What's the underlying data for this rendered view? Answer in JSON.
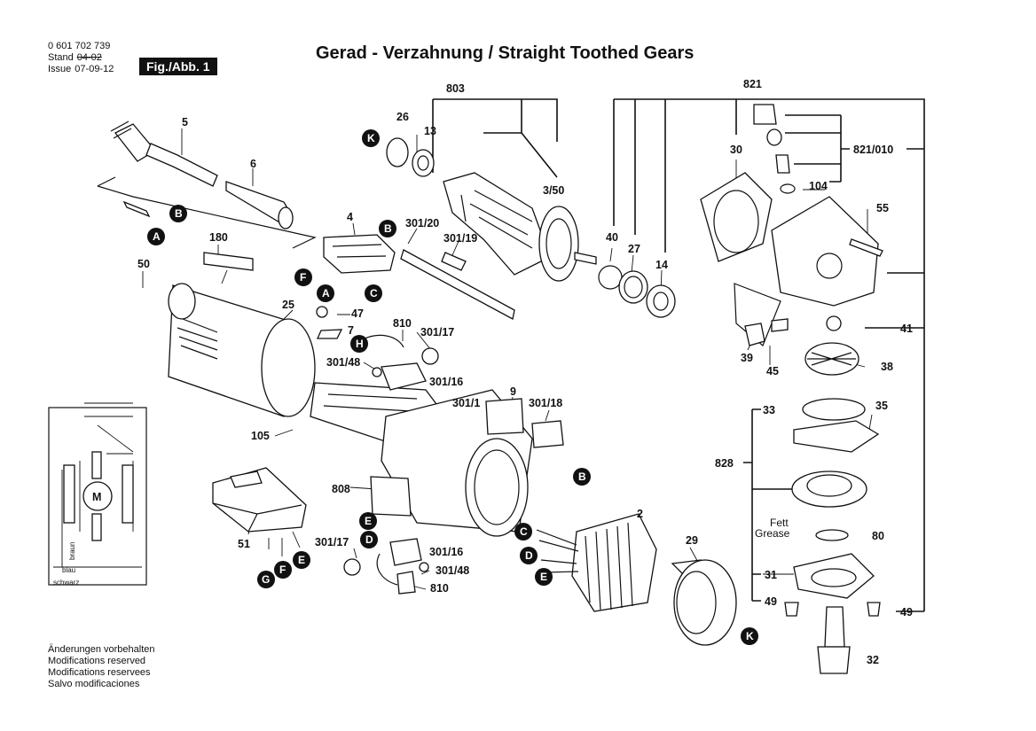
{
  "header": {
    "part_number": "0 601 702 739",
    "stand_label": "Stand",
    "stand_old": "04-02",
    "issue_label": "Issue",
    "issue_date": "07-09-12",
    "fig_label": "Fig./Abb. 1",
    "title": "Gerad - Verzahnung / Straight Toothed Gears"
  },
  "footer_notes": [
    "Änderungen vorbehalten",
    "Modifications reserved",
    "Modifications reservees",
    "Salvo modificaciones"
  ],
  "part_labels": {
    "p803": "803",
    "p821": "821",
    "p821_010": "821/010",
    "p104": "104",
    "p26": "26",
    "p13": "13",
    "p5": "5",
    "p6": "6",
    "p3_50": "3/50",
    "p30": "30",
    "p55": "55",
    "p4": "4",
    "p301_20": "301/20",
    "p301_19": "301/19",
    "p180": "180",
    "p50": "50",
    "p40": "40",
    "p27": "27",
    "p14": "14",
    "p25": "25",
    "p47": "47",
    "p7": "7",
    "p810a": "810",
    "p301_17a": "301/17",
    "p301_48a": "301/48",
    "p301_16a": "301/16",
    "p9": "9",
    "p301_1": "301/1",
    "p301_18": "301/18",
    "p105": "105",
    "p41": "41",
    "p39": "39",
    "p45": "45",
    "p38": "38",
    "p33": "33",
    "p35": "35",
    "p828": "828",
    "p808": "808",
    "p2": "2",
    "p51": "51",
    "p301_17b": "301/17",
    "p301_16b": "301/16",
    "p301_48b": "301/48",
    "p810b": "810",
    "p29": "29",
    "p80": "80",
    "p31": "31",
    "p49a": "49",
    "p49b": "49",
    "p32": "32",
    "fett": "Fett",
    "grease": "Grease"
  },
  "markers": {
    "A": "A",
    "B": "B",
    "C": "C",
    "D": "D",
    "E": "E",
    "F": "F",
    "G": "G",
    "H": "H",
    "K": "K"
  },
  "wiring": {
    "motor": "M",
    "wire_label_1": "blau",
    "wire_label_2": "schwarz",
    "wire_label_3": "braun"
  }
}
